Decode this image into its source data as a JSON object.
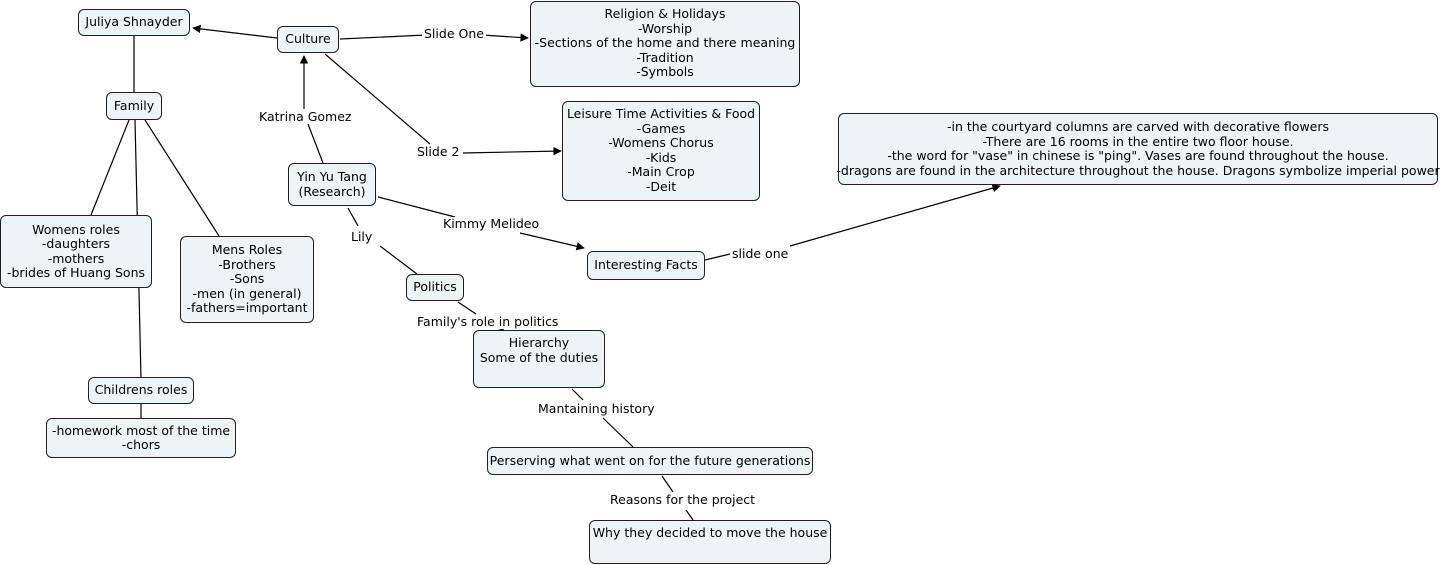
{
  "nodes": {
    "juliya": {
      "lines": [
        "Juliya Shnayder"
      ]
    },
    "family": {
      "lines": [
        "Family"
      ]
    },
    "culture": {
      "lines": [
        "Culture"
      ]
    },
    "religion": {
      "lines": [
        "Religion & Holidays",
        "-Worship",
        "-Sections of the home and there meaning",
        "-Tradition",
        "-Symbols"
      ]
    },
    "leisure": {
      "lines": [
        "Leisure Time Activities & Food",
        "-Games",
        "-Womens Chorus",
        "-Kids",
        "-Main Crop",
        "-Deit"
      ]
    },
    "facts_detail": {
      "lines": [
        "-in the courtyard columns are carved with decorative flowers",
        "-There are 16 rooms in the entire two floor house.",
        "-the word for \"vase\" in chinese is \"ping\". Vases are found throughout the house.",
        "-dragons are found in the architecture throughout the house. Dragons symbolize imperial power"
      ]
    },
    "yinyutang": {
      "lines": [
        "Yin Yu Tang",
        "(Research)"
      ]
    },
    "womens": {
      "lines": [
        "Womens roles",
        "-daughters",
        "-mothers",
        "-brides of Huang Sons"
      ]
    },
    "mens": {
      "lines": [
        "Mens Roles",
        "-Brothers",
        "-Sons",
        "-men (in general)",
        "-fathers=important"
      ]
    },
    "interesting": {
      "lines": [
        "Interesting Facts"
      ]
    },
    "politics": {
      "lines": [
        "Politics"
      ]
    },
    "hierarchy": {
      "lines": [
        "Hierarchy",
        "Some of the duties"
      ]
    },
    "childrens": {
      "lines": [
        "Childrens roles"
      ]
    },
    "homework": {
      "lines": [
        "-homework most of the time",
        "-chors"
      ]
    },
    "perserving": {
      "lines": [
        "Perserving what went on for the future generations"
      ]
    },
    "why": {
      "lines": [
        "Why they decided to move the house"
      ]
    }
  },
  "links": {
    "slide_one": "Slide One",
    "slide_2": "Slide 2",
    "katrina": "Katrina Gomez",
    "kimmy": "Kimmy Melideo",
    "lily": "Lily",
    "slide_one_facts": "slide one",
    "family_role": "Family's role in politics",
    "mantaining": "Mantaining history",
    "reasons": "Reasons for the project"
  },
  "colors": {
    "node_fill": "#eef3f5",
    "stroke": "#000000"
  }
}
